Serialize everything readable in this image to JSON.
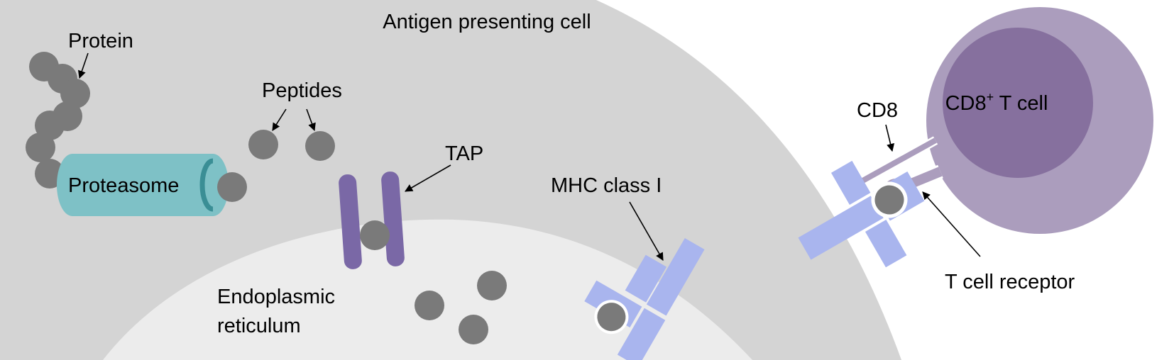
{
  "labels": {
    "apc": "Antigen presenting cell",
    "protein": "Protein",
    "peptides": "Peptides",
    "tap": "TAP",
    "proteasome": "Proteasome",
    "mhc": "MHC class I",
    "er_line1": "Endoplasmic",
    "er_line2": "reticulum",
    "cd8": "CD8",
    "tcell_pre": "CD8",
    "tcell_sup": "+",
    "tcell_post": " T cell",
    "tcr": "T cell receptor"
  },
  "colors": {
    "apc_cell": "#d4d4d4",
    "er": "#ececec",
    "peptide": "#7a7a7a",
    "proteasome": "#7ec1c6",
    "tap": "#7a68a6",
    "mhc": "#a9b5ee",
    "tcell_outer": "#ab9dbd",
    "tcell_inner": "#86709e"
  }
}
